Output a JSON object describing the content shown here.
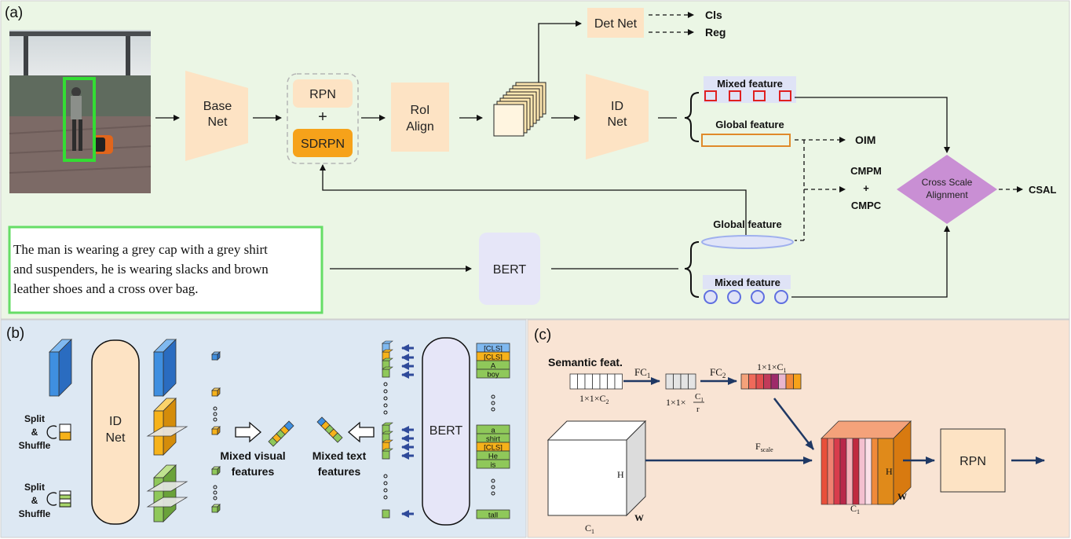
{
  "panel_a": {
    "label": "(a)",
    "base_net": [
      "Base",
      "Net"
    ],
    "rpn": "RPN",
    "plus": "+",
    "sdrpn": "SDRPN",
    "roi_align": [
      "RoI",
      "Align"
    ],
    "det_net": "Det Net",
    "cls": "Cls",
    "reg": "Reg",
    "id_net": [
      "ID",
      "Net"
    ],
    "mixed_feature_top": "Mixed feature",
    "global_feature_top": "Global feature",
    "oim": "OIM",
    "cmpm": "CMPM",
    "cmpm_plus": "+",
    "cmpc": "CMPC",
    "cross_scale": [
      "Cross Scale",
      "Alignment"
    ],
    "csal": "CSAL",
    "global_feature_bottom": "Global feature",
    "mixed_feature_bottom": "Mixed feature",
    "caption_lines": [
      "The man is wearing a grey cap with a grey shirt",
      "and suspenders, he is wearing slacks and brown",
      "leather shoes and a cross over bag."
    ],
    "bert": "BERT"
  },
  "panel_b": {
    "label": "(b)",
    "split_shuffle_1": [
      "Split",
      "&",
      "Shuffle"
    ],
    "split_shuffle_2": [
      "Split",
      "&",
      "Shuffle"
    ],
    "id_net": [
      "ID",
      "Net"
    ],
    "mixed_visual": [
      "Mixed visual",
      "features"
    ],
    "mixed_text": [
      "Mixed text",
      "features"
    ],
    "bert": "BERT",
    "tokens_top": [
      "[CLS]",
      "[CLS]",
      "A",
      "boy"
    ],
    "tokens_mid": [
      "a",
      "shirt",
      "[CLS]",
      "He",
      "is"
    ],
    "token_last": "tall"
  },
  "panel_c": {
    "label": "(c)",
    "semantic_feat": "Semantic  feat.",
    "fc1": [
      "FC",
      "1"
    ],
    "fc2": [
      "FC",
      "2"
    ],
    "dim1": [
      "1×1×C",
      "2"
    ],
    "dim2": [
      "1×1×",
      "C",
      "1",
      "r"
    ],
    "dim3": [
      "1×1×C",
      "1"
    ],
    "fscale": [
      "F",
      "scale"
    ],
    "cube_h": "H",
    "cube_w": "W",
    "cube_c": [
      "C",
      "1"
    ],
    "rpn": "RPN"
  },
  "colors": {
    "panel_a_bg": "#ebf6e5",
    "panel_b_bg": "#dde8f3",
    "panel_c_bg": "#f9e4d4",
    "peach": "#fde3c4",
    "orange": "#f6a21a",
    "lavender": "#e6e6f8",
    "violet": "#c98fd4",
    "green_frame": "#66dd66",
    "red": "#e02020",
    "blue_oval": "#8899ee"
  }
}
